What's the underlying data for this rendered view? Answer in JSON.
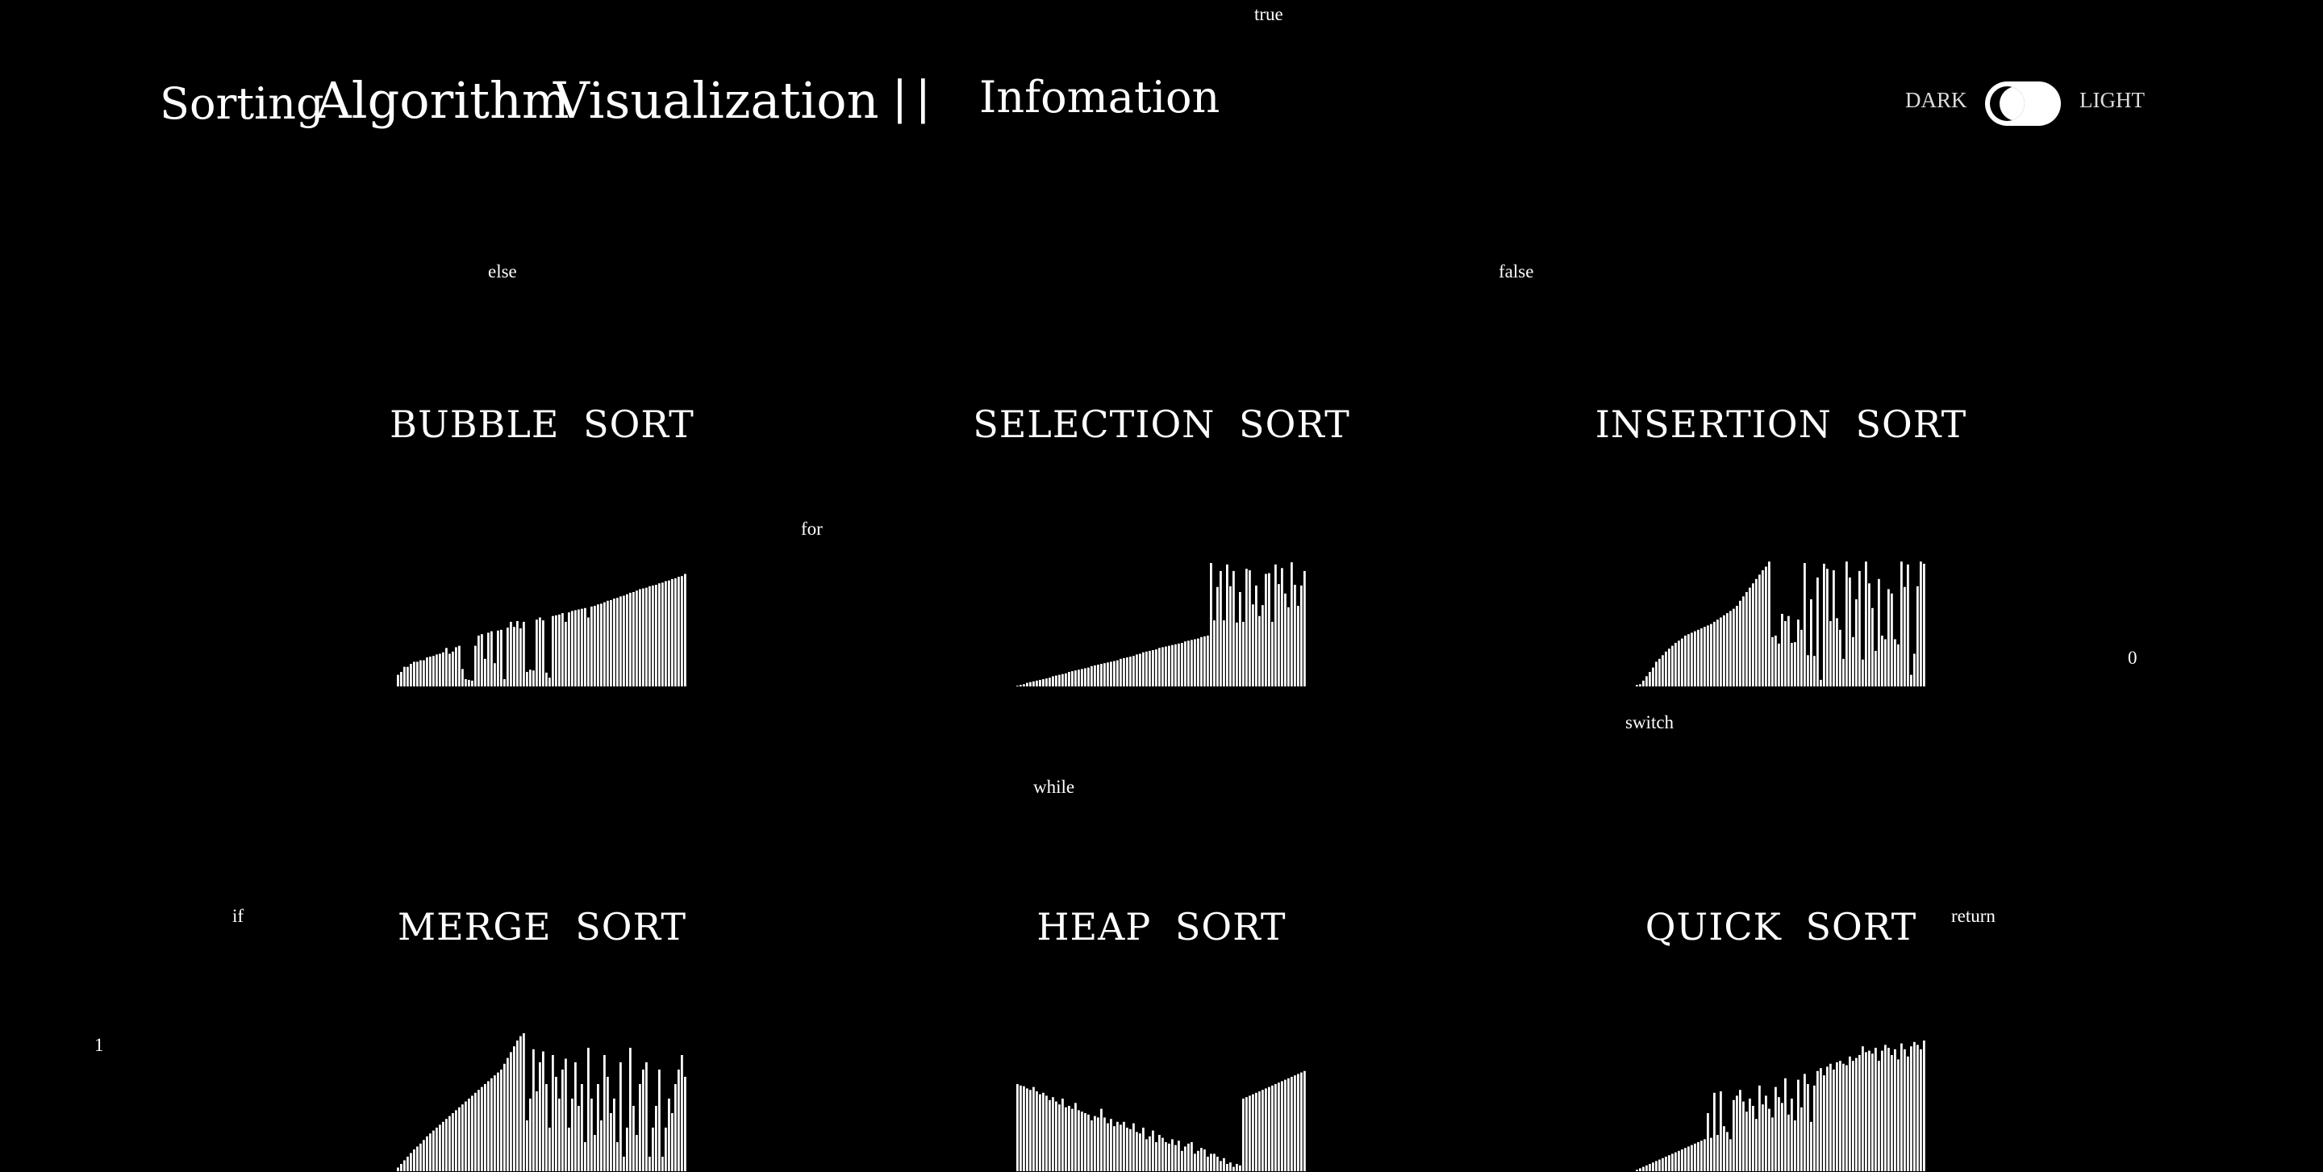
{
  "header": {
    "title_words": [
      "Sorting",
      "Algorithm",
      "Visualization"
    ],
    "separator": "||",
    "nav_info": "Infomation",
    "theme": {
      "dark_label": "DARK",
      "light_label": "LIGHT",
      "mode": "dark"
    }
  },
  "floating_keywords": [
    "true",
    "else",
    "false",
    "for",
    "0",
    "switch",
    "while",
    "if",
    "return",
    "1"
  ],
  "cards": [
    {
      "title": "BUBBLE SORT",
      "values": [
        16,
        20,
        27,
        27,
        31,
        34,
        34,
        36,
        36,
        40,
        41,
        42,
        44,
        45,
        47,
        53,
        45,
        48,
        54,
        56,
        24,
        10,
        9,
        8,
        56,
        70,
        72,
        38,
        74,
        76,
        32,
        77,
        78,
        10,
        81,
        89,
        82,
        90,
        80,
        89,
        20,
        23,
        22,
        92,
        95,
        91,
        19,
        12,
        97,
        98,
        99,
        101,
        89,
        102,
        104,
        105,
        106,
        107,
        108,
        95,
        110,
        111,
        113,
        114,
        116,
        118,
        119,
        121,
        122,
        124,
        125,
        127,
        129,
        130,
        132,
        134,
        135,
        136,
        138,
        139,
        140,
        142,
        143,
        145,
        146,
        148,
        149,
        151,
        152,
        155
      ]
    },
    {
      "title": "SELECTION SORT",
      "values": [
        1,
        2,
        3,
        5,
        6,
        7,
        8,
        9,
        10,
        11,
        12,
        14,
        15,
        16,
        17,
        18,
        20,
        21,
        22,
        23,
        24,
        25,
        26,
        28,
        29,
        30,
        31,
        32,
        33,
        34,
        35,
        36,
        38,
        39,
        40,
        41,
        42,
        44,
        45,
        47,
        48,
        49,
        50,
        51,
        53,
        54,
        55,
        56,
        57,
        58,
        59,
        60,
        62,
        63,
        64,
        65,
        66,
        68,
        69,
        70,
        170,
        91,
        137,
        159,
        91,
        168,
        138,
        159,
        88,
        130,
        89,
        162,
        160,
        113,
        139,
        97,
        112,
        155,
        156,
        89,
        168,
        141,
        163,
        128,
        109,
        171,
        140,
        111,
        139,
        159
      ]
    },
    {
      "title": "INSERTION SORT",
      "values": [
        2,
        3,
        8,
        14,
        20,
        26,
        34,
        38,
        43,
        48,
        52,
        56,
        60,
        63,
        66,
        70,
        72,
        74,
        76,
        78,
        80,
        82,
        84,
        86,
        89,
        92,
        95,
        98,
        101,
        104,
        107,
        111,
        118,
        124,
        130,
        136,
        142,
        148,
        154,
        160,
        165,
        172,
        68,
        70,
        59,
        100,
        90,
        97,
        60,
        61,
        92,
        78,
        170,
        43,
        120,
        42,
        150,
        9,
        169,
        162,
        90,
        160,
        94,
        78,
        38,
        172,
        150,
        68,
        120,
        159,
        37,
        172,
        142,
        108,
        49,
        148,
        70,
        65,
        134,
        128,
        65,
        58,
        172,
        137,
        168,
        16,
        45,
        138,
        172,
        169
      ]
    },
    {
      "title": "MERGE SORT",
      "values": [
        5,
        10,
        15,
        20,
        25,
        30,
        34,
        38,
        43,
        48,
        52,
        56,
        60,
        64,
        68,
        72,
        76,
        80,
        84,
        88,
        92,
        96,
        100,
        104,
        108,
        112,
        116,
        120,
        124,
        128,
        132,
        136,
        140,
        148,
        156,
        164,
        172,
        180,
        186,
        190,
        70,
        100,
        168,
        110,
        150,
        165,
        120,
        60,
        160,
        130,
        100,
        140,
        155,
        60,
        100,
        150,
        90,
        120,
        40,
        170,
        100,
        50,
        120,
        70,
        160,
        130,
        80,
        100,
        40,
        150,
        20,
        60,
        170,
        90,
        50,
        120,
        140,
        150,
        20,
        60,
        90,
        140,
        20,
        60,
        100,
        80,
        120,
        140,
        160,
        130
      ]
    },
    {
      "title": "HEAP SORT",
      "values": [
        120,
        118,
        117,
        114,
        112,
        116,
        110,
        106,
        108,
        104,
        98,
        102,
        96,
        92,
        100,
        88,
        90,
        86,
        94,
        84,
        82,
        80,
        78,
        70,
        76,
        74,
        86,
        74,
        66,
        72,
        62,
        68,
        64,
        68,
        60,
        58,
        66,
        54,
        52,
        60,
        44,
        48,
        56,
        40,
        50,
        46,
        40,
        38,
        44,
        36,
        42,
        28,
        34,
        38,
        40,
        24,
        28,
        32,
        30,
        20,
        24,
        24,
        20,
        14,
        18,
        10,
        12,
        6,
        10,
        8,
        100,
        102,
        104,
        106,
        108,
        110,
        112,
        114,
        116,
        118,
        120,
        122,
        124,
        126,
        128,
        130,
        132,
        134,
        136,
        138
      ]
    },
    {
      "title": "QUICK SORT",
      "values": [
        2,
        4,
        6,
        8,
        10,
        12,
        14,
        16,
        18,
        20,
        22,
        24,
        26,
        28,
        30,
        32,
        34,
        36,
        38,
        40,
        42,
        44,
        80,
        46,
        108,
        50,
        110,
        62,
        54,
        44,
        98,
        104,
        112,
        96,
        82,
        100,
        90,
        72,
        118,
        92,
        104,
        86,
        74,
        116,
        102,
        94,
        128,
        78,
        100,
        70,
        126,
        88,
        134,
        120,
        68,
        118,
        138,
        142,
        132,
        144,
        148,
        140,
        150,
        152,
        148,
        146,
        158,
        152,
        156,
        160,
        172,
        164,
        166,
        162,
        170,
        152,
        166,
        174,
        170,
        160,
        168,
        154,
        176,
        168,
        158,
        172,
        178,
        174,
        168,
        180
      ]
    }
  ]
}
